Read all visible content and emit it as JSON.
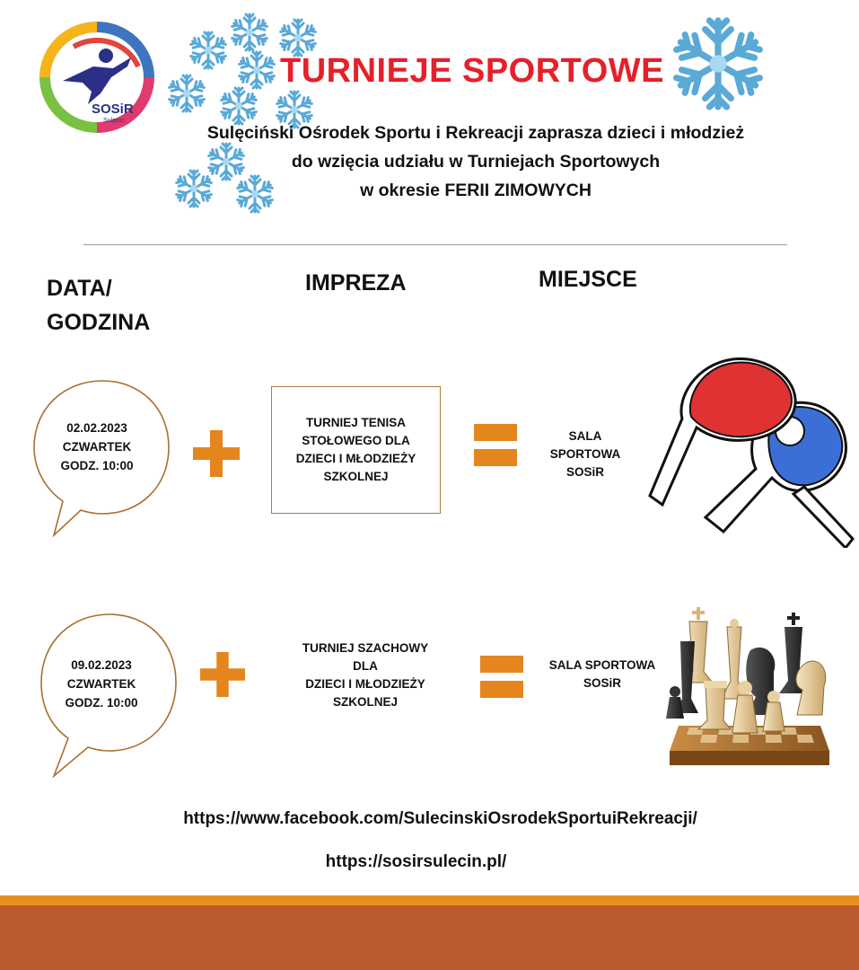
{
  "title": "TURNIEJE SPORTOWE",
  "logo": {
    "text": "SOSiR",
    "subtext": "Sulęcin",
    "icon": "sosir-logo"
  },
  "intro": {
    "line1": "Sulęciński Ośrodek Sportu i Rekreacji zaprasza dzieci i młodzież",
    "line2": "do wzięcia udziału w Turniejach Sportowych",
    "line3": "w okresie FERII ZIMOWYCH"
  },
  "columns": {
    "date_line1": "DATA/",
    "date_line2": "GODZINA",
    "event": "IMPREZA",
    "place": "MIEJSCE"
  },
  "events": [
    {
      "date": "02.02.2023",
      "day": "CZWARTEK",
      "time": "GODZ. 10:00",
      "event_lines": [
        "TURNIEJ TENISA",
        "STOŁOWEGO  DLA",
        "DZIECI I MŁODZIEŻY",
        "SZKOLNEJ"
      ],
      "place_line1": "SALA SPORTOWA",
      "place_line2": "SOSiR",
      "icon": "ping-pong-paddles-icon"
    },
    {
      "date": "09.02.2023",
      "day": "CZWARTEK",
      "time": "GODZ. 10:00",
      "event_lines": [
        "TURNIEJ SZACHOWY",
        "DLA",
        "DZIECI I MŁODZIEŻY",
        "SZKOLNEJ"
      ],
      "place_line1": "SALA SPORTOWA",
      "place_line2": "SOSiR",
      "icon": "chess-pieces-icon"
    }
  ],
  "links": {
    "facebook": "https://www.facebook.com/SulecinskiOsrodekSportuiRekreacji/",
    "website": "https://sosirsulecin.pl/"
  },
  "colors": {
    "title": "#e5202a",
    "accent": "#e4851e",
    "bar": "#bb5a2c",
    "border": "#b07a3a"
  }
}
